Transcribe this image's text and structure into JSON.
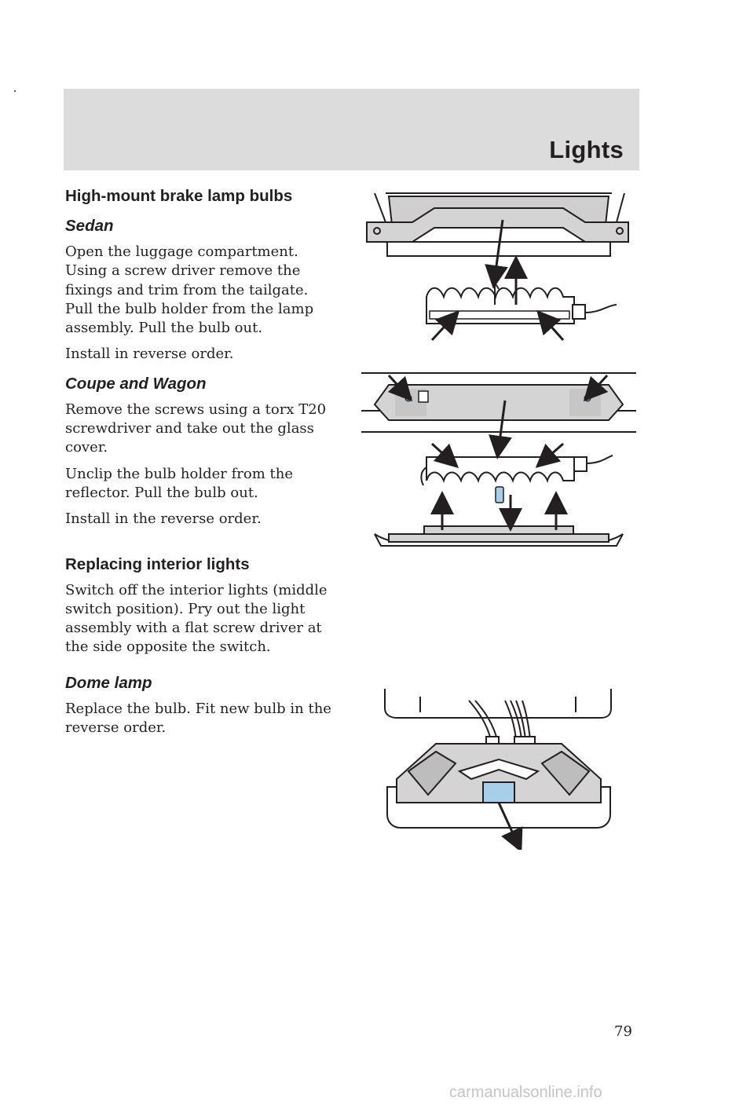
{
  "header": {
    "section_title": "Lights"
  },
  "content": {
    "heading_brake": "High-mount brake lamp bulbs",
    "sedan": {
      "heading": "Sedan",
      "para1": "Open the luggage compartment. Using a screw driver remove the fixings and trim from the tailgate. Pull the bulb holder from the lamp assembly. Pull the bulb out.",
      "para2": "Install in reverse order."
    },
    "coupe_wagon": {
      "heading": "Coupe and Wagon",
      "para1": "Remove the screws using a torx T20 screwdriver and take out the glass cover.",
      "para2": "Unclip the bulb holder from the reflector. Pull the bulb out.",
      "para3": "Install in the reverse order."
    },
    "heading_interior": "Replacing interior lights",
    "interior_para": "Switch off the interior lights (middle switch position). Pry out the light assembly with a flat screw driver at the side opposite the switch.",
    "dome": {
      "heading": "Dome lamp",
      "para": "Replace the bulb. Fit new bulb in the reverse order."
    }
  },
  "footer": {
    "page_number": "79",
    "watermark": "carmanualsonline.info"
  },
  "colors": {
    "header_band": "#dcdcdc",
    "text": "#231f20",
    "lamp_gray": "#d4d4d4",
    "bulb_blue": "#a8cfea",
    "screw_blue": "#4a7fc1"
  }
}
